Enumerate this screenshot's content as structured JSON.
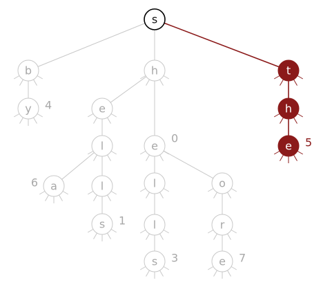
{
  "colors": {
    "root_stroke": "#000000",
    "faded": "#c8c8c8",
    "faded_text": "#a8a8a8",
    "highlight": "#8b1a1a",
    "highlight_text": "#ffffff"
  },
  "nodes": [
    {
      "id": "root",
      "char": "s",
      "value": "",
      "style": "root"
    },
    {
      "id": "sb",
      "char": "b",
      "value": "",
      "style": "faded"
    },
    {
      "id": "sby",
      "char": "y",
      "value": "4",
      "style": "faded"
    },
    {
      "id": "sh",
      "char": "h",
      "value": "",
      "style": "faded"
    },
    {
      "id": "she_left",
      "char": "e",
      "value": "",
      "style": "faded"
    },
    {
      "id": "shel",
      "char": "l",
      "value": "",
      "style": "faded"
    },
    {
      "id": "shela",
      "char": "a",
      "value": "6",
      "style": "faded"
    },
    {
      "id": "shell_left",
      "char": "l",
      "value": "",
      "style": "faded"
    },
    {
      "id": "shells_left",
      "char": "s",
      "value": "1",
      "style": "faded"
    },
    {
      "id": "she_mid",
      "char": "e",
      "value": "0",
      "style": "faded"
    },
    {
      "id": "shel_mid",
      "char": "l",
      "value": "",
      "style": "faded"
    },
    {
      "id": "shell_mid",
      "char": "l",
      "value": "",
      "style": "faded"
    },
    {
      "id": "shells_mid",
      "char": "s",
      "value": "3",
      "style": "faded"
    },
    {
      "id": "sho",
      "char": "o",
      "value": "",
      "style": "faded"
    },
    {
      "id": "shor",
      "char": "r",
      "value": "",
      "style": "faded"
    },
    {
      "id": "shore",
      "char": "e",
      "value": "7",
      "style": "faded"
    },
    {
      "id": "st",
      "char": "t",
      "value": "",
      "style": "highlight"
    },
    {
      "id": "sth",
      "char": "h",
      "value": "",
      "style": "highlight"
    },
    {
      "id": "sthe",
      "char": "e",
      "value": "5",
      "style": "highlight"
    }
  ],
  "edges": [
    {
      "from": "root",
      "to": "sb",
      "style": "faded"
    },
    {
      "from": "root",
      "to": "sh",
      "style": "faded"
    },
    {
      "from": "root",
      "to": "st",
      "style": "highlight"
    },
    {
      "from": "sb",
      "to": "sby",
      "style": "faded"
    },
    {
      "from": "sh",
      "to": "she_left",
      "style": "faded"
    },
    {
      "from": "sh",
      "to": "she_mid",
      "style": "faded"
    },
    {
      "from": "she_left",
      "to": "shel",
      "style": "faded"
    },
    {
      "from": "shel",
      "to": "shela",
      "style": "faded"
    },
    {
      "from": "shel",
      "to": "shell_left",
      "style": "faded"
    },
    {
      "from": "shell_left",
      "to": "shells_left",
      "style": "faded"
    },
    {
      "from": "she_mid",
      "to": "shel_mid",
      "style": "faded"
    },
    {
      "from": "she_mid",
      "to": "sho",
      "style": "faded"
    },
    {
      "from": "shel_mid",
      "to": "shell_mid",
      "style": "faded"
    },
    {
      "from": "shell_mid",
      "to": "shells_mid",
      "style": "faded"
    },
    {
      "from": "sho",
      "to": "shor",
      "style": "faded"
    },
    {
      "from": "shor",
      "to": "shore",
      "style": "faded"
    },
    {
      "from": "st",
      "to": "sth",
      "style": "highlight"
    },
    {
      "from": "sth",
      "to": "sthe",
      "style": "highlight"
    }
  ]
}
